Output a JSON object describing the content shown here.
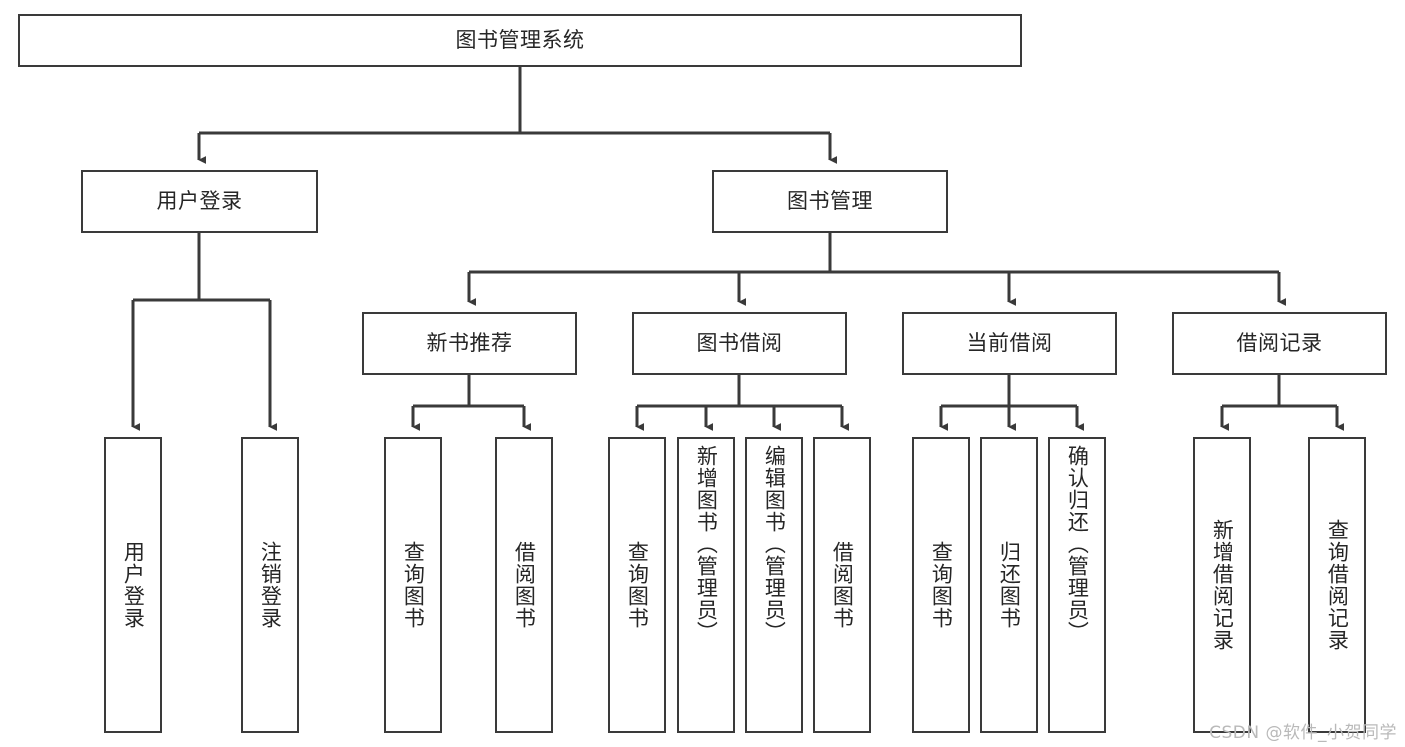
{
  "diagram": {
    "title": "图书管理系统",
    "type": "hierarchy-tree",
    "root": {
      "id": "root",
      "label": "图书管理系统",
      "orientation": "horizontal"
    },
    "level2": [
      {
        "id": "user-login",
        "label": "用户登录",
        "orientation": "horizontal"
      },
      {
        "id": "book-management",
        "label": "图书管理",
        "orientation": "horizontal"
      }
    ],
    "level3": [
      {
        "id": "new-book-recommend",
        "label": "新书推荐",
        "orientation": "horizontal"
      },
      {
        "id": "book-borrow",
        "label": "图书借阅",
        "orientation": "horizontal"
      },
      {
        "id": "current-borrow",
        "label": "当前借阅",
        "orientation": "horizontal"
      },
      {
        "id": "borrow-record",
        "label": "借阅记录",
        "orientation": "horizontal"
      }
    ],
    "leaves": [
      {
        "id": "leaf-user-login",
        "label": "用户登录",
        "parent": "user-login",
        "orientation": "vertical"
      },
      {
        "id": "leaf-logout",
        "label": "注销登录",
        "parent": "user-login",
        "orientation": "vertical"
      },
      {
        "id": "leaf-query-book-1",
        "label": "查询图书",
        "parent": "new-book-recommend",
        "orientation": "vertical"
      },
      {
        "id": "leaf-borrow-book-1",
        "label": "借阅图书",
        "parent": "new-book-recommend",
        "orientation": "vertical"
      },
      {
        "id": "leaf-query-book-2",
        "label": "查询图书",
        "parent": "book-borrow",
        "orientation": "vertical"
      },
      {
        "id": "leaf-add-book",
        "label": "新增图书（管理员）",
        "parent": "book-borrow",
        "orientation": "vertical"
      },
      {
        "id": "leaf-edit-book",
        "label": "编辑图书（管理员）",
        "parent": "book-borrow",
        "orientation": "vertical"
      },
      {
        "id": "leaf-borrow-book-2",
        "label": "借阅图书",
        "parent": "book-borrow",
        "orientation": "vertical"
      },
      {
        "id": "leaf-query-book-3",
        "label": "查询图书",
        "parent": "current-borrow",
        "orientation": "vertical"
      },
      {
        "id": "leaf-return-book",
        "label": "归还图书",
        "parent": "current-borrow",
        "orientation": "vertical"
      },
      {
        "id": "leaf-confirm-return",
        "label": "确认归还（管理员）",
        "parent": "current-borrow",
        "orientation": "vertical"
      },
      {
        "id": "leaf-add-record",
        "label": "新增借阅记录",
        "parent": "borrow-record",
        "orientation": "vertical"
      },
      {
        "id": "leaf-query-record",
        "label": "查询借阅记录",
        "parent": "borrow-record",
        "orientation": "vertical"
      }
    ]
  },
  "colors": {
    "stroke": "#3a3a3a",
    "text": "#262626",
    "background": "#ffffff",
    "watermark": "#b9b9b9"
  },
  "watermark": {
    "text": "CSDN @软件_小贺同学"
  }
}
